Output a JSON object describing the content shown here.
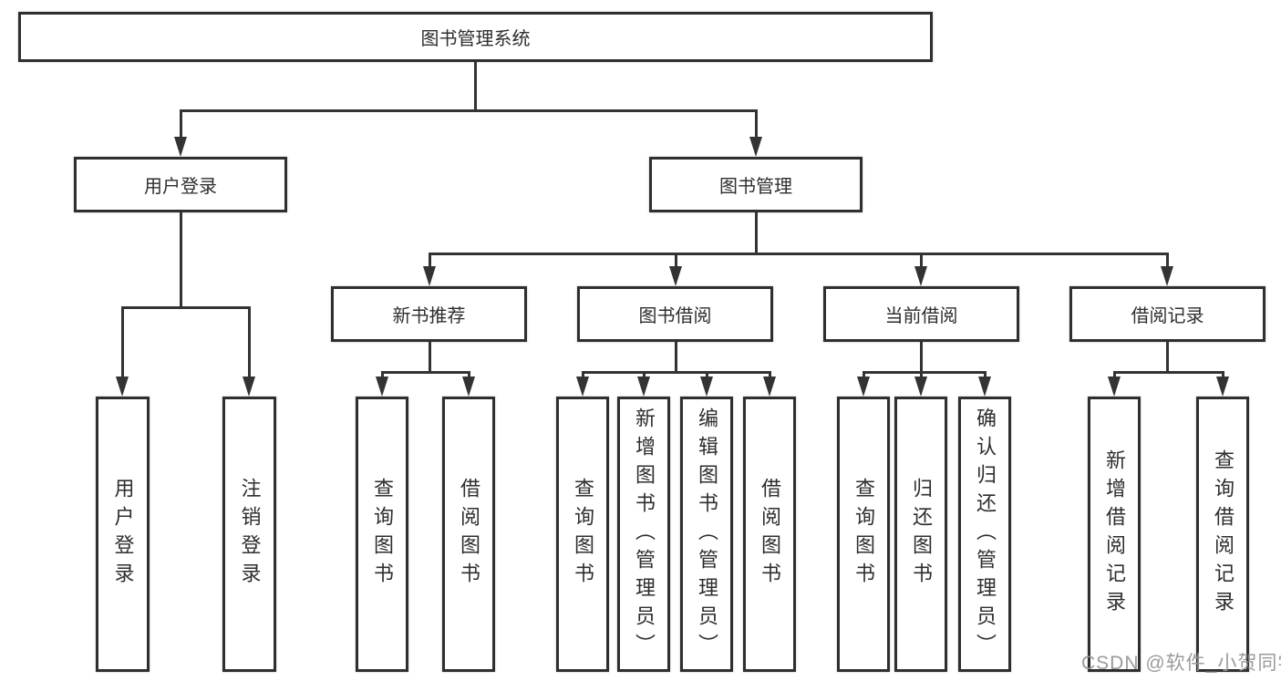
{
  "diagram": {
    "root": "图书管理系统",
    "branches": {
      "user_login": "用户登录",
      "book_mgmt": "图书管理"
    },
    "modules": {
      "new_books": "新书推荐",
      "book_borrow": "图书借阅",
      "current_borrow": "当前借阅",
      "borrow_records": "借阅记录"
    },
    "leaves": {
      "user_login": [
        "用户登录",
        "注销登录"
      ],
      "new_books": [
        "查询图书",
        "借阅图书"
      ],
      "book_borrow": [
        "查询图书",
        "新增图书（管理员）",
        "编辑图书（管理员）",
        "借阅图书"
      ],
      "current_borrow": [
        "查询图书",
        "归还图书",
        "确认归还（管理员）"
      ],
      "borrow_records": [
        "新增借阅记录",
        "查询借阅记录"
      ]
    },
    "watermark": "CSDN @软件_小贺同学"
  },
  "colors": {
    "line": "#333333",
    "border": "#2f2f2f",
    "text": "#2e2e2e",
    "watermark": "#969696",
    "background": "#ffffff"
  }
}
